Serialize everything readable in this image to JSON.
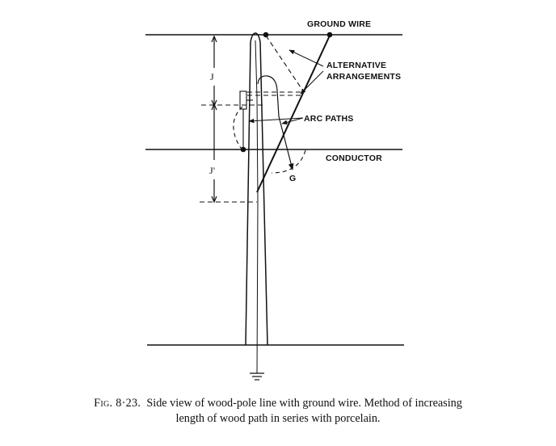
{
  "figure": {
    "labels": {
      "ground_wire": "GROUND WIRE",
      "alternative": "ALTERNATIVE",
      "arrangements": "ARRANGEMENTS",
      "arc_paths": "ARC PATHS",
      "conductor": "CONDUCTOR",
      "g": "G",
      "j": "J",
      "j_prime": "J'"
    }
  },
  "caption": {
    "figure_number": "Fig. 8·23.",
    "line1": "Side view of wood-pole line with ground wire.  Method of increasing",
    "line2": "length of wood path in series with porcelain."
  }
}
